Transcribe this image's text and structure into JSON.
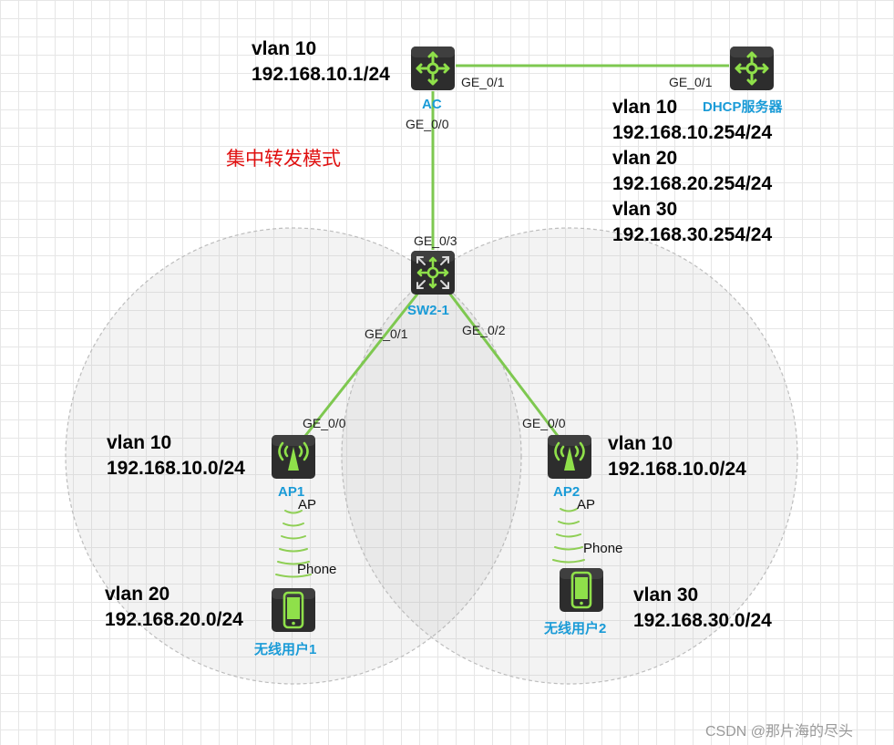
{
  "title": "集中转发模式",
  "watermark": "CSDN @那片海的尽头",
  "colors": {
    "link": "#7ec850",
    "icon_bg": "#2d2d2d",
    "icon_fg": "#8fe04a",
    "label": "#1a9bd7",
    "title": "#e01010"
  },
  "devices": {
    "ac": {
      "name": "AC",
      "icon": "router-icon",
      "vlan": "vlan 10",
      "ip": "192.168.10.1/24"
    },
    "dhcp": {
      "name": "DHCP服务器",
      "icon": "router-icon"
    },
    "switch": {
      "name": "SW2-1",
      "icon": "switch-icon"
    },
    "ap1": {
      "name": "AP1",
      "icon": "access-point-icon",
      "vlan": "vlan 10",
      "ip": "192.168.10.0/24"
    },
    "ap2": {
      "name": "AP2",
      "icon": "access-point-icon",
      "vlan": "vlan 10",
      "ip": "192.168.10.0/24"
    },
    "phone1": {
      "name": "无线用户1",
      "icon": "phone-icon",
      "vlan": "vlan 20",
      "ip": "192.168.20.0/24"
    },
    "phone2": {
      "name": "无线用户2",
      "icon": "phone-icon",
      "vlan": "vlan 30",
      "ip": "192.168.30.0/24"
    }
  },
  "dhcp_info": [
    {
      "vlan": "vlan 10",
      "ip": "192.168.10.254/24"
    },
    {
      "vlan": "vlan 20",
      "ip": "192.168.20.254/24"
    },
    {
      "vlan": "vlan 30",
      "ip": "192.168.30.254/24"
    }
  ],
  "ports": {
    "ac_ge01": "GE_0/1",
    "ac_ge00": "GE_0/0",
    "dhcp_ge01": "GE_0/1",
    "sw_ge03": "GE_0/3",
    "sw_ge01": "GE_0/1",
    "sw_ge02": "GE_0/2",
    "ap1_ge00": "GE_0/0",
    "ap2_ge00": "GE_0/0"
  },
  "wireless": {
    "ap1_ap_label": "AP",
    "ap1_phone_label": "Phone",
    "ap2_ap_label": "AP",
    "ap2_phone_label": "Phone"
  }
}
